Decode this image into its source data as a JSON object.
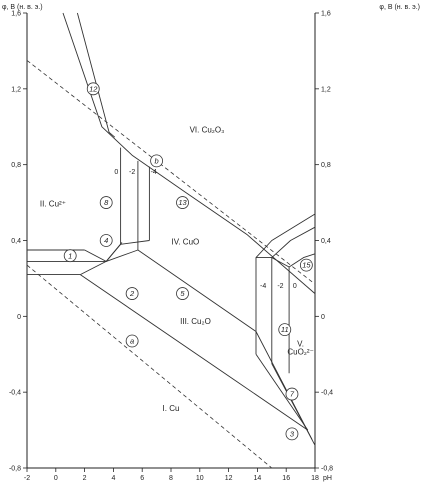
{
  "chart_data": {
    "type": "line",
    "title": "",
    "xlabel": "pH",
    "ylabel_left": "φ, B (н. в. э.)",
    "ylabel_right": "φ, B (н. в. э.)",
    "xlim": [
      -2,
      18
    ],
    "ylim": [
      -0.8,
      1.6
    ],
    "x_ticks": [
      {
        "value": -2,
        "label": "-2"
      },
      {
        "value": 0,
        "label": "0"
      },
      {
        "value": 2,
        "label": "2"
      },
      {
        "value": 4,
        "label": "4"
      },
      {
        "value": 6,
        "label": "6"
      },
      {
        "value": 8,
        "label": "8"
      },
      {
        "value": 10,
        "label": "10"
      },
      {
        "value": 12,
        "label": "12"
      },
      {
        "value": 14,
        "label": "14"
      },
      {
        "value": 16,
        "label": "16"
      },
      {
        "value": 18,
        "label": "18"
      }
    ],
    "y_ticks": [
      {
        "value": 1.6,
        "label": "1,6"
      },
      {
        "value": 1.2,
        "label": "1,2"
      },
      {
        "value": 0.8,
        "label": "0,8"
      },
      {
        "value": 0.4,
        "label": "0,4"
      },
      {
        "value": 0,
        "label": "0"
      },
      {
        "value": -0.4,
        "label": "-0,4"
      },
      {
        "value": -0.8,
        "label": "-0,8"
      }
    ],
    "grid": false,
    "series": [
      {
        "style": "solid",
        "points": [
          [
            0.5,
            1.6
          ],
          [
            3.2,
            1.0
          ],
          [
            5.3,
            0.85
          ],
          [
            9.0,
            0.655
          ],
          [
            13.3,
            0.43
          ],
          [
            18.0,
            0.12
          ]
        ]
      },
      {
        "style": "solid",
        "points": [
          [
            1.5,
            1.6
          ],
          [
            3.7,
            0.97
          ],
          [
            4.1,
            0.945
          ]
        ]
      },
      {
        "style": "solid",
        "points": [
          [
            -2.0,
            0.35
          ],
          [
            2.0,
            0.35
          ]
        ]
      },
      {
        "style": "solid",
        "points": [
          [
            -2.0,
            0.29
          ],
          [
            3.5,
            0.29
          ]
        ]
      },
      {
        "style": "solid",
        "points": [
          [
            -2.0,
            0.22
          ],
          [
            1.7,
            0.22
          ]
        ]
      },
      {
        "style": "solid",
        "points": [
          [
            1.7,
            0.22
          ],
          [
            17.5,
            -0.6
          ]
        ]
      },
      {
        "style": "solid",
        "points": [
          [
            2.0,
            0.35
          ],
          [
            3.5,
            0.29
          ],
          [
            4.5,
            0.38
          ],
          [
            4.5,
            0.89
          ]
        ]
      },
      {
        "style": "solid",
        "points": [
          [
            3.5,
            0.29
          ],
          [
            5.7,
            0.35
          ],
          [
            5.7,
            0.82
          ]
        ]
      },
      {
        "style": "solid",
        "points": [
          [
            3.5,
            0.29
          ],
          [
            4.6,
            0.39
          ]
        ]
      },
      {
        "style": "solid",
        "points": [
          [
            1.7,
            0.22
          ],
          [
            3.5,
            0.29
          ]
        ]
      },
      {
        "style": "solid",
        "points": [
          [
            5.7,
            0.35
          ],
          [
            13.9,
            -0.08
          ],
          [
            17.8,
            -0.65
          ]
        ]
      },
      {
        "style": "solid",
        "points": [
          [
            6.5,
            0.79
          ],
          [
            6.5,
            0.4
          ]
        ]
      },
      {
        "style": "solid",
        "points": [
          [
            4.5,
            0.38
          ],
          [
            6.5,
            0.4
          ]
        ]
      },
      {
        "style": "solid",
        "points": [
          [
            13.9,
            -0.2
          ],
          [
            13.9,
            0.31
          ],
          [
            15.0,
            0.4
          ],
          [
            18.0,
            0.54
          ]
        ]
      },
      {
        "style": "solid",
        "points": [
          [
            15.0,
            -0.25
          ],
          [
            15.0,
            0.31
          ],
          [
            16.3,
            0.4
          ],
          [
            18.0,
            0.47
          ]
        ]
      },
      {
        "style": "solid",
        "points": [
          [
            16.2,
            -0.3
          ],
          [
            16.2,
            0.26
          ],
          [
            17.2,
            0.31
          ],
          [
            18.0,
            0.33
          ]
        ]
      },
      {
        "style": "solid",
        "points": [
          [
            13.9,
            0.31
          ],
          [
            15.0,
            0.31
          ],
          [
            16.2,
            0.26
          ]
        ]
      },
      {
        "style": "solid",
        "points": [
          [
            13.9,
            -0.2
          ],
          [
            17.5,
            -0.6
          ]
        ]
      },
      {
        "style": "solid",
        "points": [
          [
            15.0,
            -0.25
          ],
          [
            18.0,
            -0.68
          ]
        ]
      },
      {
        "style": "dashed",
        "points": [
          [
            -2.0,
            1.35
          ],
          [
            18.0,
            0.17
          ]
        ]
      },
      {
        "style": "dashed",
        "points": [
          [
            -2.0,
            0.27
          ],
          [
            15.0,
            -0.8
          ]
        ]
      }
    ],
    "regions": [
      {
        "label": "VI. Cu₂O₃",
        "x": 10.5,
        "y": 0.97
      },
      {
        "label": "II. Cu²⁺",
        "x": -0.2,
        "y": 0.58
      },
      {
        "label": "IV. CuO",
        "x": 9.0,
        "y": 0.38
      },
      {
        "label": "III. Cu₂O",
        "x": 9.7,
        "y": -0.04
      },
      {
        "label": "I. Cu",
        "x": 8.0,
        "y": -0.5
      },
      {
        "label": "V.",
        "x": 17.0,
        "y": -0.16
      },
      {
        "label": "CuO₂²⁻",
        "x": 17.0,
        "y": -0.2
      }
    ],
    "annotations": [
      {
        "label": "12",
        "x": 2.6,
        "y": 1.2,
        "circled": true
      },
      {
        "label": "b",
        "x": 7.0,
        "y": 0.82,
        "circled": true
      },
      {
        "label": "13",
        "x": 8.8,
        "y": 0.6,
        "circled": true
      },
      {
        "label": "8",
        "x": 3.5,
        "y": 0.6,
        "circled": true
      },
      {
        "label": "4",
        "x": 3.5,
        "y": 0.4,
        "circled": true
      },
      {
        "label": "1",
        "x": 1.0,
        "y": 0.32,
        "circled": true
      },
      {
        "label": "2",
        "x": 5.3,
        "y": 0.12,
        "circled": true
      },
      {
        "label": "5",
        "x": 8.8,
        "y": 0.12,
        "circled": true
      },
      {
        "label": "a",
        "x": 5.3,
        "y": -0.13,
        "circled": true
      },
      {
        "label": "11",
        "x": 15.9,
        "y": -0.07,
        "circled": true
      },
      {
        "label": "15",
        "x": 17.4,
        "y": 0.27,
        "circled": true
      },
      {
        "label": "7",
        "x": 16.4,
        "y": -0.41,
        "circled": true
      },
      {
        "label": "3",
        "x": 16.4,
        "y": -0.62,
        "circled": true
      },
      {
        "label": "0",
        "x": 4.2,
        "y": 0.75,
        "circled": false
      },
      {
        "label": "-2",
        "x": 5.3,
        "y": 0.75,
        "circled": false
      },
      {
        "label": "-4",
        "x": 6.8,
        "y": 0.75,
        "circled": false
      },
      {
        "label": "-4",
        "x": 14.4,
        "y": 0.15,
        "circled": false
      },
      {
        "label": "-2",
        "x": 15.6,
        "y": 0.15,
        "circled": false
      },
      {
        "label": "0",
        "x": 16.6,
        "y": 0.15,
        "circled": false
      }
    ]
  }
}
